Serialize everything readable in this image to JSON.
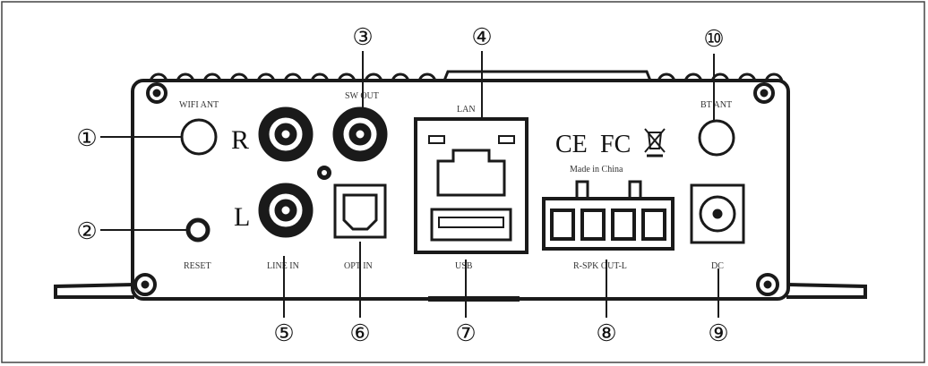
{
  "labels": {
    "wifi_ant": "WIFI ANT",
    "sw_out": "SW OUT",
    "lan": "LAN",
    "bt_ant": "BT ANT",
    "reset": "RESET",
    "line_in": "LINE IN",
    "opt_in": "OPT IN",
    "usb": "USB",
    "spk_out": "R-SPK OUT-L",
    "dc": "DC",
    "made_in": "Made in China",
    "channel_r": "R",
    "channel_l": "L",
    "cert_ce": "CE",
    "cert_fc": "FC"
  },
  "callouts": {
    "n1": "①",
    "n2": "②",
    "n3": "③",
    "n4": "④",
    "n5": "⑤",
    "n6": "⑥",
    "n7": "⑦",
    "n8": "⑧",
    "n9": "⑨",
    "n10": "⑩"
  },
  "colors": {
    "stroke": "#1a1a1a",
    "background": "#ffffff"
  }
}
